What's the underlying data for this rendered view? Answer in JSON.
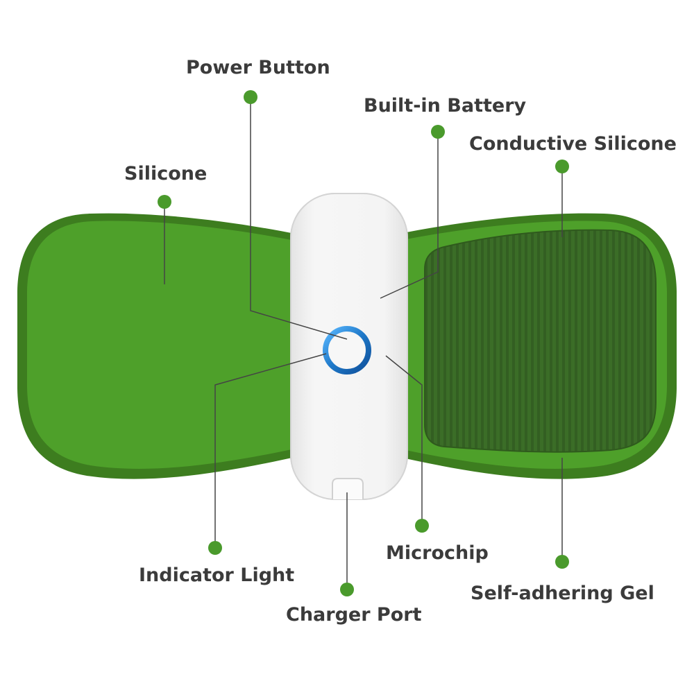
{
  "labels": {
    "power_button": "Power Button",
    "built_in_battery": "Built-in Battery",
    "conductive_silicone": "Conductive Silicone",
    "silicone": "Silicone",
    "microchip": "Microchip",
    "indicator_light": "Indicator Light",
    "self_adhering_gel": "Self-adhering Gel",
    "charger_port": "Charger Port"
  },
  "colors": {
    "body_green": "#4e9f2a",
    "dark_green": "#3d7d1f",
    "pad_green": "#3a6b26",
    "marker_green": "#4a9a2c",
    "housing_white": "#f3f3f3",
    "ring_blue": "#1e78c8",
    "leader_line": "#444444",
    "text": "#3b3b3b"
  }
}
